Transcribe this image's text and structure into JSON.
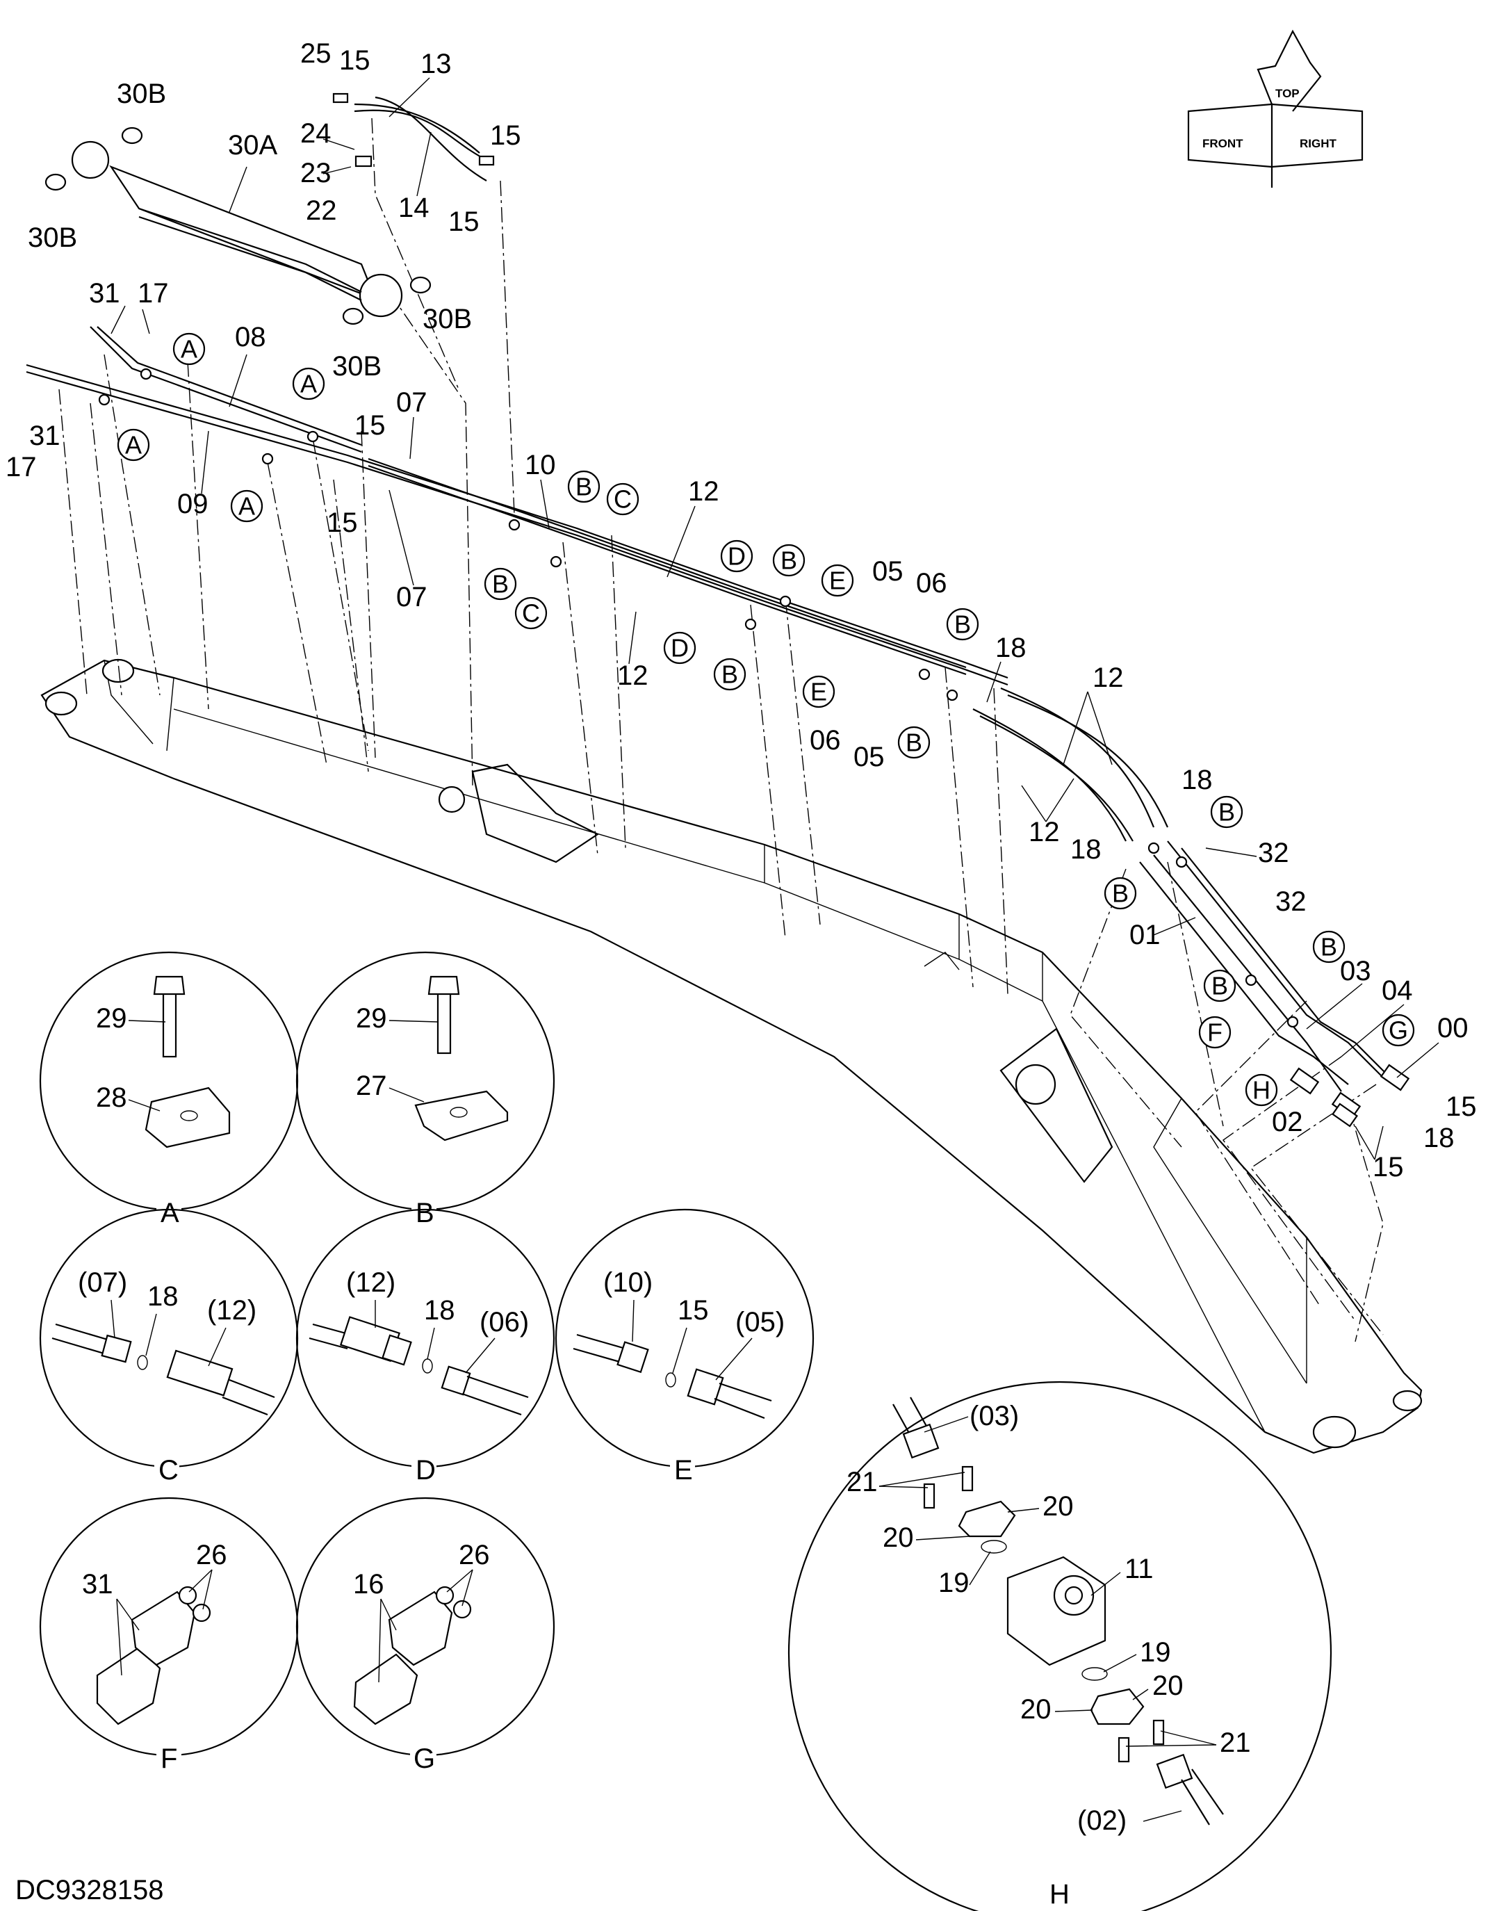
{
  "drawing_number": "DC9328158",
  "orientation_cube": {
    "top": "TOP",
    "front": "FRONT",
    "right": "RIGHT"
  },
  "main_labels": {
    "l25": "25",
    "l15a": "15",
    "l13": "13",
    "l30b_a": "30B",
    "l30a": "30A",
    "l24": "24",
    "l15b": "15",
    "l23": "23",
    "l22": "22",
    "l14": "14",
    "l15c": "15",
    "l30b_b": "30B",
    "l30b_c": "30B",
    "l30b_d": "30B",
    "l31a": "31",
    "l17a": "17",
    "l08": "08",
    "l31b": "31",
    "l17b": "17",
    "l07a": "07",
    "l15d": "15",
    "l09": "09",
    "l15e": "15",
    "l07b": "07",
    "l10": "10",
    "l12a": "12",
    "l12b": "12",
    "l05a": "05",
    "l06a": "06",
    "l18a": "18",
    "l06b": "06",
    "l05b": "05",
    "l12c": "12",
    "l12d": "12",
    "l18b": "18",
    "l18c": "18",
    "l32a": "32",
    "l32b": "32",
    "l01": "01",
    "l03": "03",
    "l04": "04",
    "l00": "00",
    "l02": "02",
    "l15f": "15",
    "l18d": "18",
    "l15g": "15"
  },
  "callouts": {
    "A": "A",
    "B": "B",
    "C": "C",
    "D": "D",
    "E": "E",
    "F": "F",
    "G": "G",
    "H": "H"
  },
  "details": {
    "A": {
      "title": "A",
      "bolt": "29",
      "clamp": "28"
    },
    "B": {
      "title": "B",
      "bolt": "29",
      "clamp": "27"
    },
    "C": {
      "title": "C",
      "left": "(07)",
      "oring": "18",
      "right": "(12)"
    },
    "D": {
      "title": "D",
      "left": "(12)",
      "oring": "18",
      "right": "(06)"
    },
    "E": {
      "title": "E",
      "left": "(10)",
      "oring": "15",
      "right": "(05)"
    },
    "F": {
      "title": "F",
      "bolts": "26",
      "clamp": "31"
    },
    "G": {
      "title": "G",
      "bolts": "26",
      "clamp": "16"
    },
    "H": {
      "title": "H",
      "pipe_top": "(03)",
      "bolts_top": "21",
      "flange_top_r": "20",
      "flange_top_l": "20",
      "oring_top": "19",
      "block": "11",
      "oring_bot": "19",
      "flange_bot_r": "20",
      "flange_bot_l": "20",
      "bolts_bot": "21",
      "pipe_bot": "(02)"
    }
  }
}
